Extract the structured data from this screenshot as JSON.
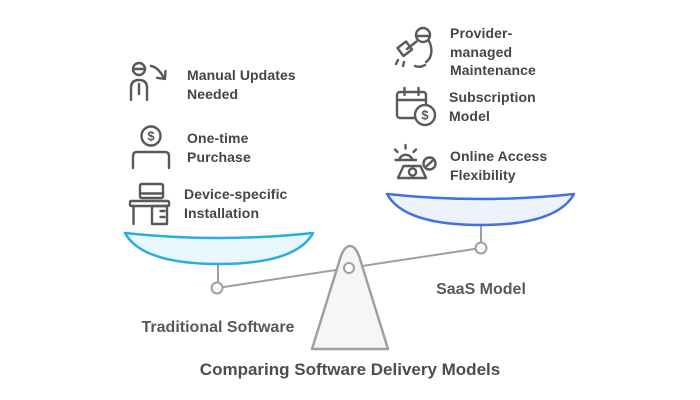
{
  "title": "Comparing Software Delivery Models",
  "colors": {
    "icon_stroke": "#595959",
    "item_text": "#454545",
    "label_text": "#58595b",
    "beam_gray": "#9aa0a6",
    "fulcrum_fill": "#f6f6f6",
    "fulcrum_stroke": "#a0a0a0",
    "left_pan_border": "#2aabe2",
    "left_pan_fill": "#e9f8fe",
    "right_pan_border": "#4170e8",
    "right_pan_fill": "#edf2fd"
  },
  "left_side": {
    "label": "Traditional Software",
    "items": [
      {
        "icon": "person-declining-arrow-icon",
        "label": "Manual Updates Needed"
      },
      {
        "icon": "coin-slot-icon",
        "label": "One-time Purchase"
      },
      {
        "icon": "desktop-computer-icon",
        "label": "Device-specific Installation"
      }
    ]
  },
  "right_side": {
    "label": "SaaS Model",
    "items": [
      {
        "icon": "maintenance-worker-icon",
        "label": "Provider-managed Maintenance"
      },
      {
        "icon": "calendar-dollar-icon",
        "label": "Subscription Model"
      },
      {
        "icon": "laptop-sunrise-icon",
        "label": "Online Access Flexibility"
      }
    ]
  }
}
